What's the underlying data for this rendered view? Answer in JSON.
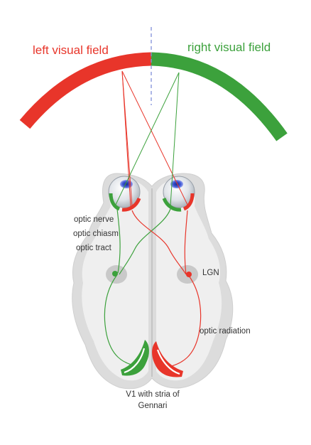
{
  "titles": {
    "left_field": "left visual field",
    "right_field": "right visual field"
  },
  "labels": {
    "optic_nerve": "optic nerve",
    "optic_chiasm": "optic chiasm",
    "optic_tract": "optic tract",
    "lgn": "LGN",
    "optic_radiation": "optic radiation",
    "v1_line1": "V1 with stria of",
    "v1_line2": "Gennari"
  },
  "colors": {
    "left_field": "#e8352a",
    "right_field": "#3ca13c",
    "midline": "#7f8fd9",
    "brain_fill": "#dcdcdc",
    "brain_inner": "#efefef"
  }
}
